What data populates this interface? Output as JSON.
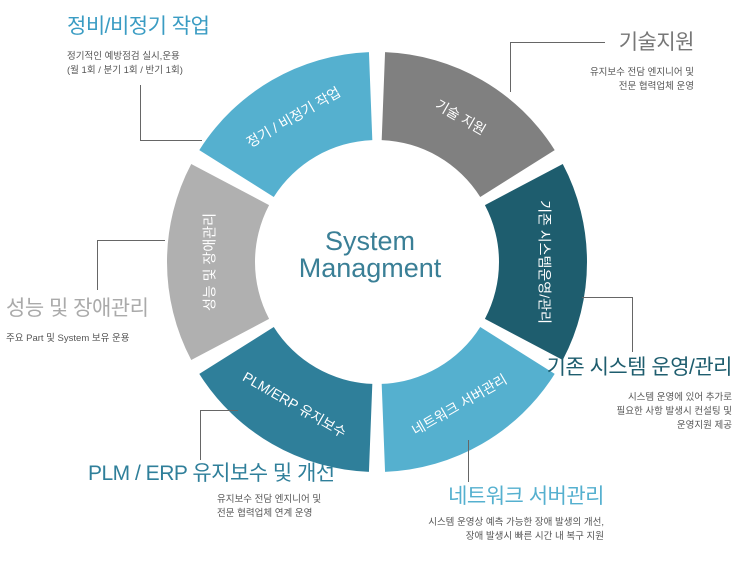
{
  "center": {
    "line1": "System",
    "line2": "Managment"
  },
  "segments": [
    {
      "ring_text": "기술 지원",
      "color": "#808080"
    },
    {
      "ring_text": "기존 시스템운영/관리",
      "color": "#1e5d6e"
    },
    {
      "ring_text": "네트워크 서버관리",
      "color": "#55b0cf"
    },
    {
      "ring_text": "PLM/ERP 유지보수",
      "color": "#2f7f9a"
    },
    {
      "ring_text": "성능 및 장애관리",
      "color": "#b0b0b0"
    },
    {
      "ring_text": "정기 / 비정기 작업",
      "color": "#55b0cf"
    }
  ],
  "labels": {
    "periodic": {
      "title": "정비/비정기 작업",
      "desc1": "정기적인 예방점검 실시,운용",
      "desc2": "(월 1회 / 분기 1회 / 반기 1회)",
      "color": "#3a9cc3"
    },
    "tech": {
      "title": "기술지원",
      "desc1": "유지보수 전담 엔지니어 및",
      "desc2": "전문 협력업체 운영",
      "color": "#777777"
    },
    "perf": {
      "title": "성능 및 장애관리",
      "desc1": "주요 Part 및 System 보유 운용",
      "color": "#aaaaaa"
    },
    "legacy": {
      "title": "기존 시스템 운영/관리",
      "desc1": "시스템 운영에 있어 추가로",
      "desc2": "필요한 사항 발생시 컨설팅 및",
      "desc3": "운영지원 제공",
      "color": "#1e5d6e"
    },
    "plm": {
      "title": "PLM / ERP 유지보수 및 개선",
      "desc1": "유지보수 전담 엔지니어 및",
      "desc2": "전문 협력업체 연계 운영",
      "color": "#2f7f9a"
    },
    "network": {
      "title": "네트워크 서버관리",
      "desc1": "시스템 운영상 예측 가능한 장애 발생의 개선,",
      "desc2": "장애 발생시 빠른 시간 내 복구 지원",
      "color": "#55b0cf"
    }
  }
}
